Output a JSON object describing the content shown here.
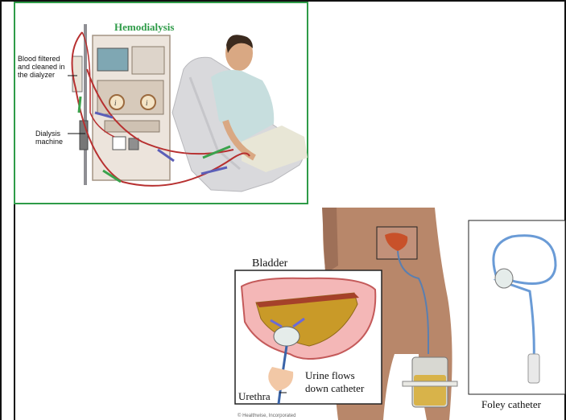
{
  "hemodialysis": {
    "title": "Hemodialysis",
    "label_filtered": "Blood filtered and cleaned in the dialyzer",
    "label_machine": "Dialysis machine"
  },
  "catheter": {
    "bladder_title": "Bladder",
    "urethra_label": "Urethra",
    "urine_label_line1": "Urine flows",
    "urine_label_line2": "down catheter",
    "foley_label": "Foley catheter",
    "credit": "© Healthwise, Incorporated"
  }
}
